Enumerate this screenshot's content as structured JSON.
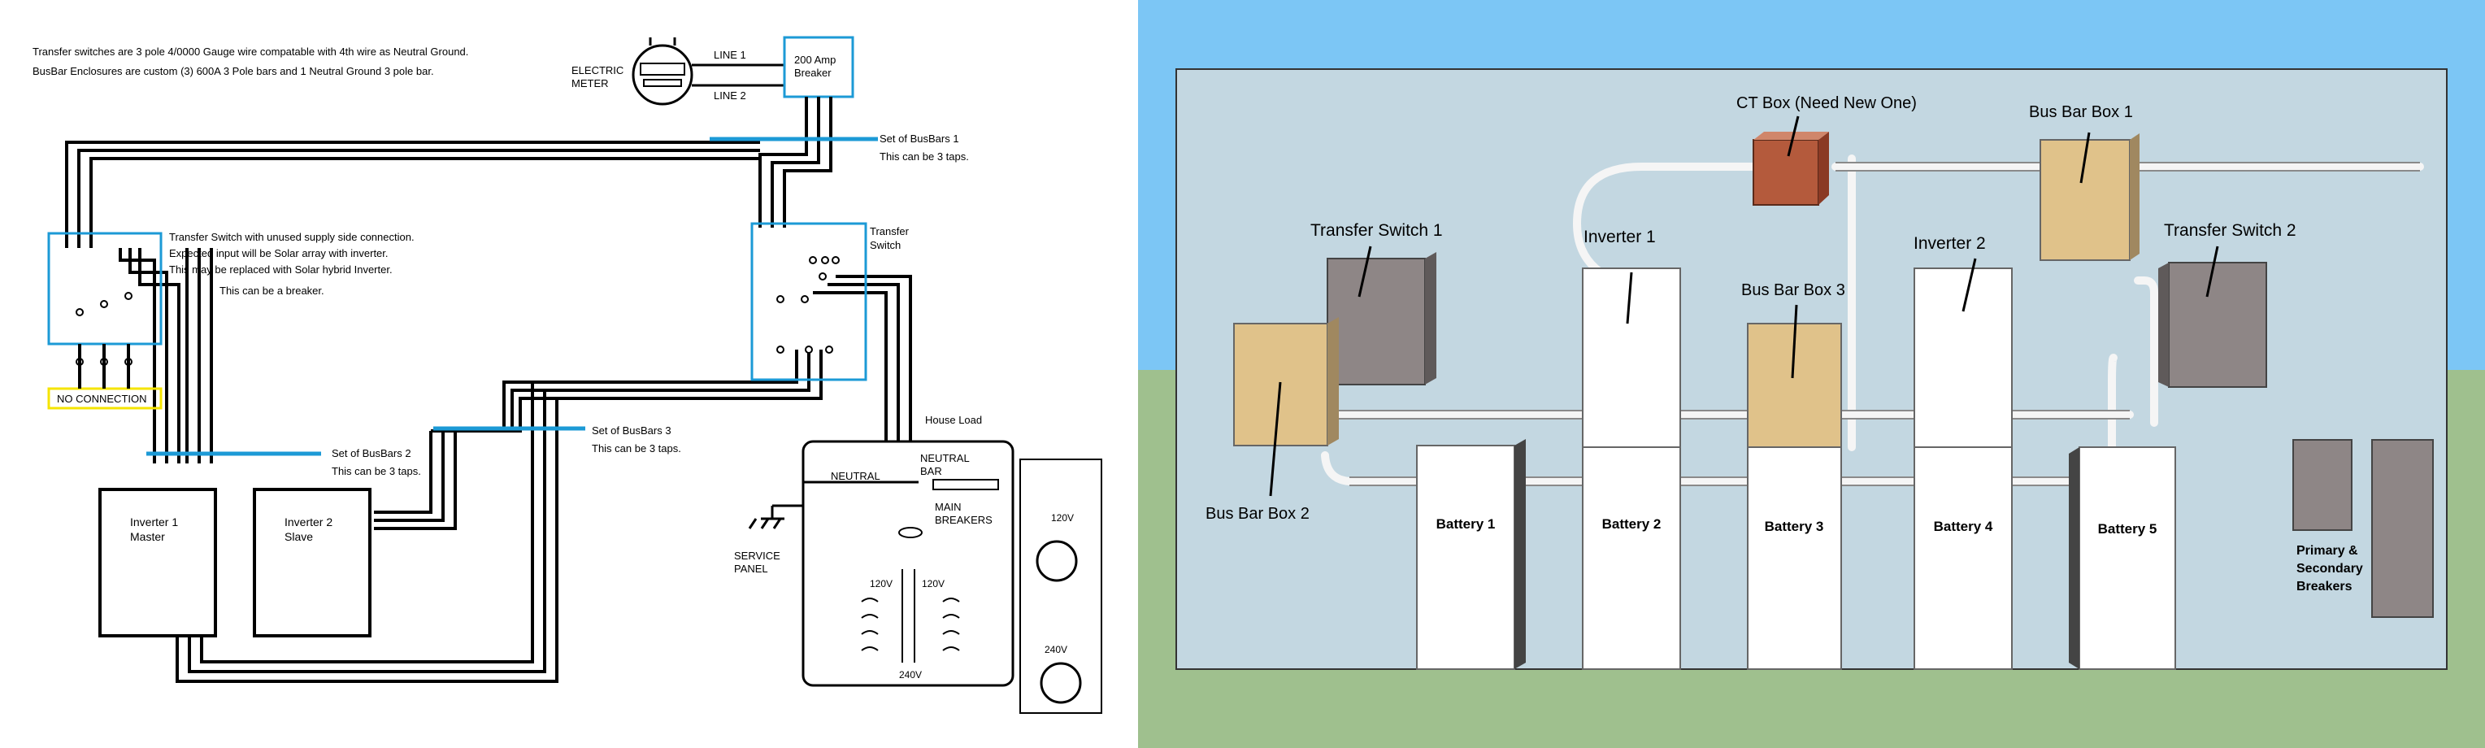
{
  "schematic": {
    "notes": [
      "Transfer switches are 3 pole 4/0000 Gauge wire compatable with 4th wire as Neutral Ground.",
      "BusBar Enclosures are custom (3) 600A 3 Pole bars and 1 Neutral Ground 3 pole bar."
    ],
    "electric_meter": "ELECTRIC METER",
    "line1": "LINE 1",
    "line2": "LINE 2",
    "breaker_200": [
      "200 Amp",
      "Breaker"
    ],
    "busbars1": [
      "Set of BusBars 1",
      "This can be 3 taps."
    ],
    "busbars2": [
      "Set of BusBars 2",
      "This can be 3 taps."
    ],
    "busbars3": [
      "Set of BusBars 3",
      "This can be 3 taps."
    ],
    "transfer_switch_label": [
      "Transfer",
      "Switch"
    ],
    "ts_note": [
      "Transfer Switch with unused supply side connection.",
      "Expected input will be Solar array with inverter.",
      "This may be replaced with Solar hybrid Inverter.",
      "This can be a breaker."
    ],
    "no_connection": "NO CONNECTION",
    "inverter1": [
      "Inverter 1",
      "Master"
    ],
    "inverter2": [
      "Inverter 2",
      "Slave"
    ],
    "house_load": "House Load",
    "neutral": "NEUTRAL",
    "neutral_bar": [
      "NEUTRAL",
      "BAR"
    ],
    "main_breakers": [
      "MAIN",
      "BREAKERS"
    ],
    "service_panel": [
      "SERVICE",
      "PANEL"
    ],
    "v120": "120V",
    "v240": "240V"
  },
  "layout3d": {
    "ct_box": "CT Box (Need New One)",
    "bus_bar_box_1": "Bus Bar Box 1",
    "bus_bar_box_2": "Bus Bar Box 2",
    "bus_bar_box_3": "Bus Bar Box 3",
    "transfer_switch_1": "Transfer Switch 1",
    "transfer_switch_2": "Transfer Switch 2",
    "inverter_1": "Inverter 1",
    "inverter_2": "Inverter 2",
    "batteries": [
      "Battery 1",
      "Battery 2",
      "Battery 3",
      "Battery 4",
      "Battery 5"
    ],
    "breakers": [
      "Primary &",
      "Secondary",
      "Breakers"
    ]
  },
  "colors": {
    "sky": "#7cc6f5",
    "ground": "#9fc08e",
    "wall": "#c3d7e1",
    "busbar_blue": "#1c9ad6",
    "transfer_gray": "#8e8686",
    "busbox_tan": "#e0c28a",
    "ct_box": "#b45a3c"
  }
}
